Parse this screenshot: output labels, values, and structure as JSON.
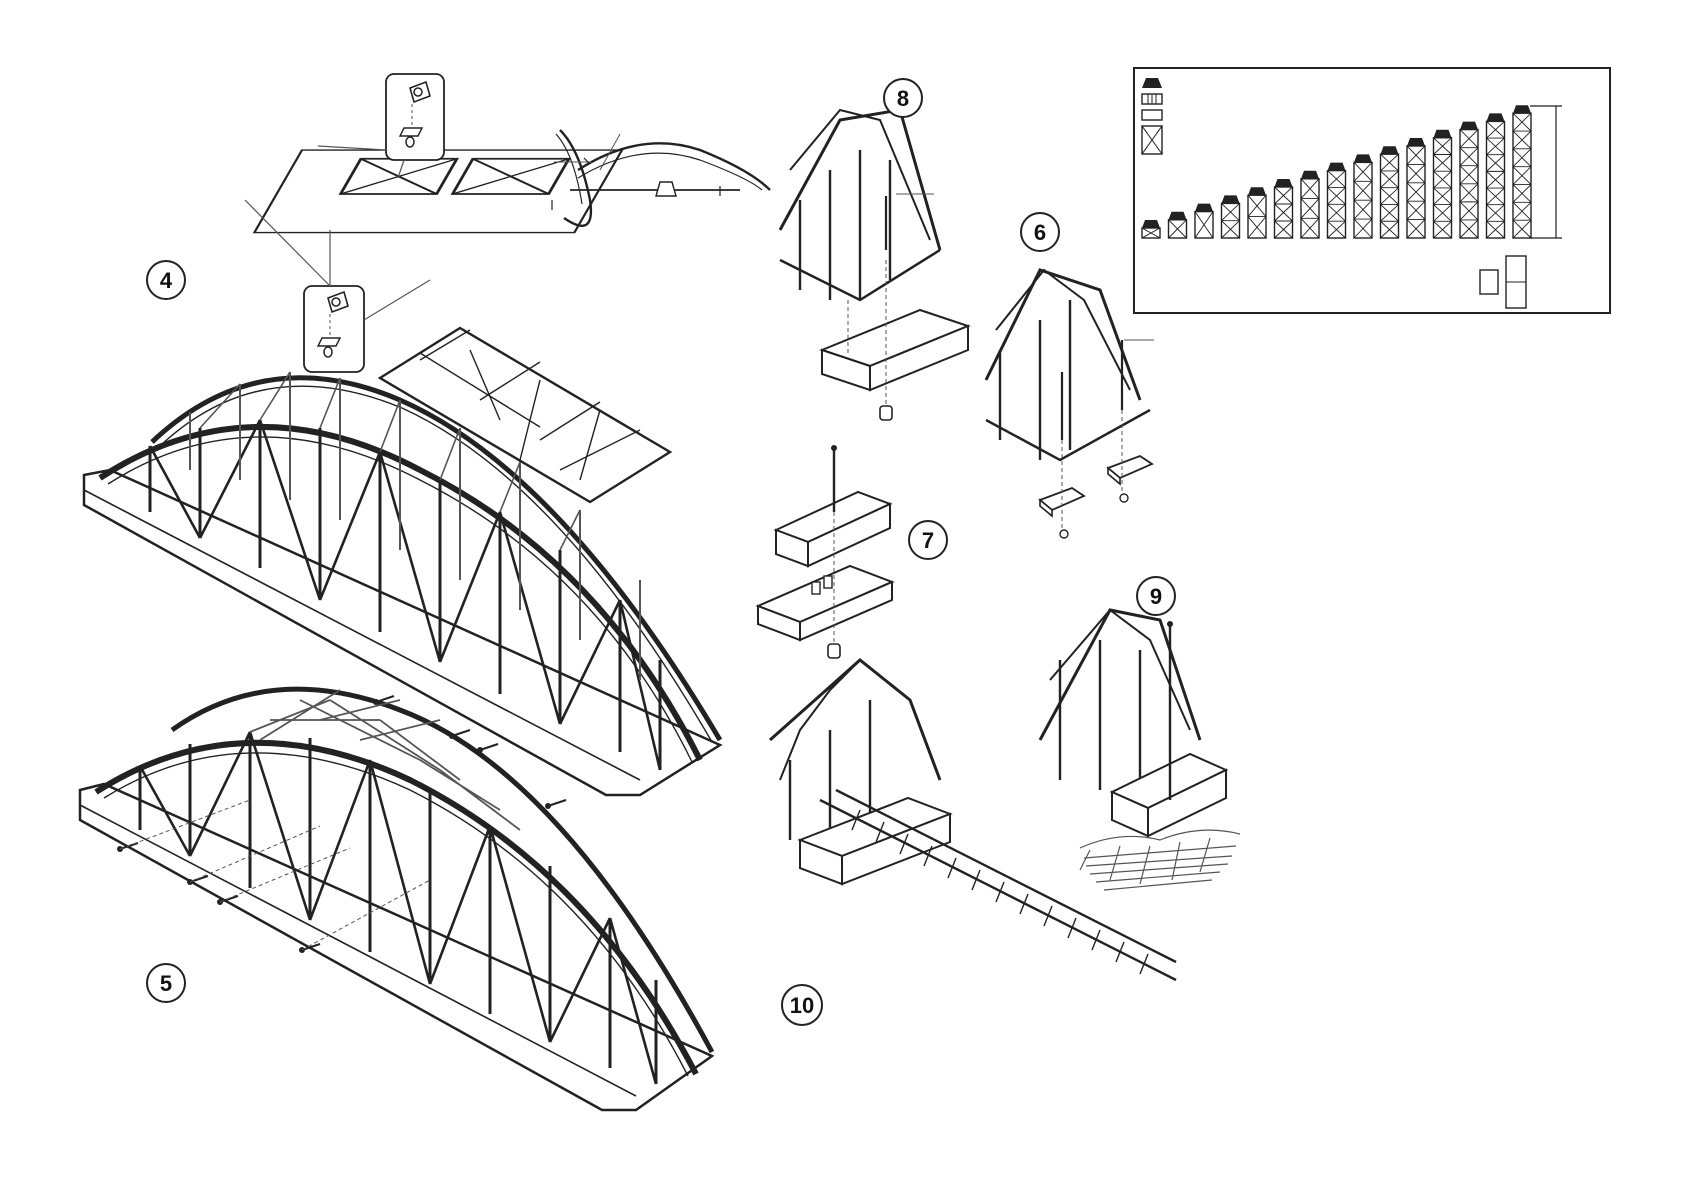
{
  "steps": [
    {
      "id": "step-4",
      "label": "4"
    },
    {
      "id": "step-5",
      "label": "5"
    },
    {
      "id": "step-6",
      "label": "6"
    },
    {
      "id": "step-7",
      "label": "7"
    },
    {
      "id": "step-8",
      "label": "8"
    },
    {
      "id": "step-9",
      "label": "9"
    },
    {
      "id": "step-10",
      "label": "10"
    }
  ],
  "legend": {
    "pier_heights_shown": 15,
    "symbols": [
      "cap-block",
      "ribbed-block",
      "plain-block",
      "cross-braced-block"
    ]
  },
  "colors": {
    "ink": "#222222",
    "paper": "#ffffff"
  }
}
